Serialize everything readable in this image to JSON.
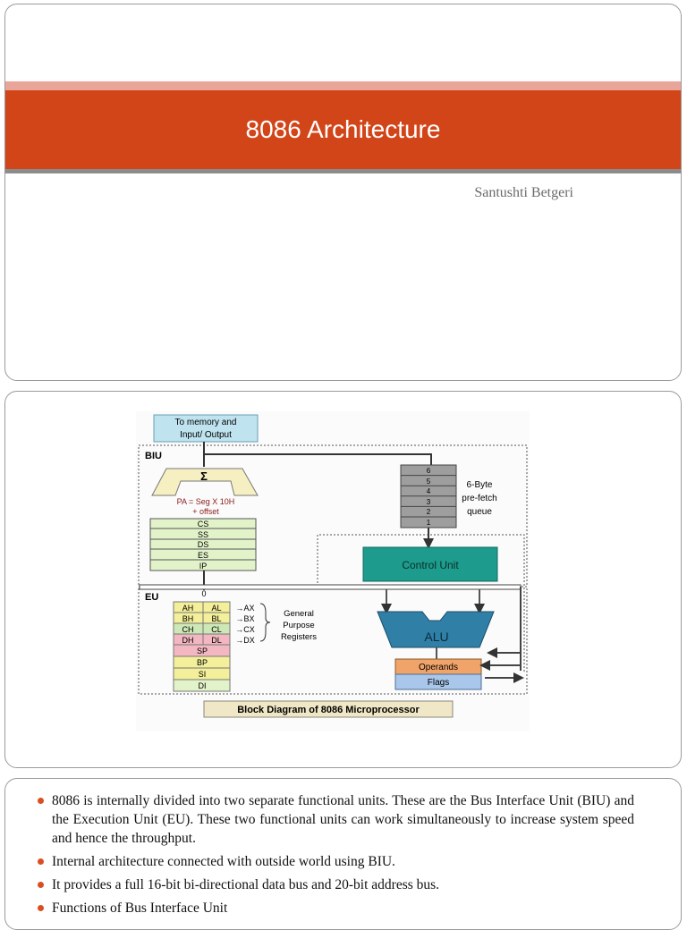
{
  "theme": {
    "accent": "#d24519",
    "accent_light": "#eaa59a",
    "band_gray": "#8c8c8c",
    "bullet_color": "#d94f22"
  },
  "slide1": {
    "title": "8086 Architecture",
    "author": "Santushti Betgeri"
  },
  "slide2": {
    "diagram": {
      "memory_box": [
        "To memory and",
        "Input/ Output"
      ],
      "biu_label": "BIU",
      "eu_label": "EU",
      "adder_symbol": "Σ",
      "pa_formula": [
        "PA = Seg X 10H",
        "+ offset"
      ],
      "segment_registers": [
        "CS",
        "SS",
        "DS",
        "ES",
        "IP"
      ],
      "queue_slots": [
        "6",
        "5",
        "4",
        "3",
        "2",
        "1"
      ],
      "queue_label": [
        "6-Byte",
        "pre-fetch",
        "queue"
      ],
      "control_unit": "Control Unit",
      "bus_zero": "0",
      "gp_registers": [
        {
          "high": "AH",
          "low": "AL",
          "pair": "→AX"
        },
        {
          "high": "BH",
          "low": "BL",
          "pair": "→BX"
        },
        {
          "high": "CH",
          "low": "CL",
          "pair": "→CX"
        },
        {
          "high": "DH",
          "low": "DL",
          "pair": "→DX"
        }
      ],
      "gp_label": [
        "General",
        "Purpose",
        "Registers"
      ],
      "pointer_registers": [
        "SP",
        "BP",
        "SI",
        "DI"
      ],
      "alu": "ALU",
      "operands": "Operands",
      "flags": "Flags",
      "caption": "Block Diagram of 8086 Microprocessor"
    }
  },
  "slide3": {
    "bullets": [
      "8086 is internally divided into two separate functional units. These are the Bus Interface Unit (BIU) and the Execution Unit (EU). These two functional units can work simultaneously to increase system speed and hence the throughput.",
      "Internal architecture connected with outside world using BIU.",
      "It provides a full 16-bit bi-directional data bus and 20-bit address bus.",
      "Functions of Bus Interface Unit"
    ]
  }
}
